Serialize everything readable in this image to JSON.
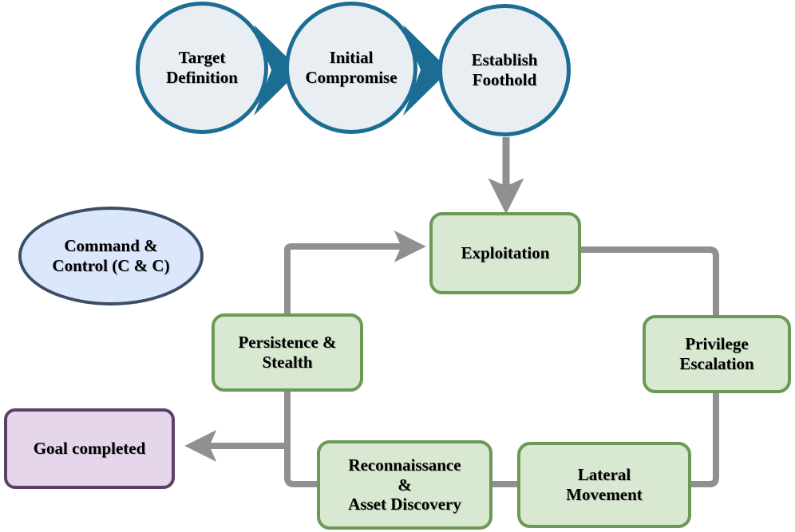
{
  "diagram": {
    "title": "Cyber attack lifecycle flow diagram",
    "colors": {
      "circle_fill": "#e9eef2",
      "circle_border": "#1c6d93",
      "chevron": "#1c6d93",
      "ellipse_fill": "#dbe8fb",
      "ellipse_border": "#3c4e66",
      "process_fill": "#d9e8d0",
      "process_border": "#6b9a56",
      "goal_fill": "#e5d6ec",
      "goal_border": "#5d4066",
      "connector": "#909090"
    },
    "stages": {
      "target_definition": "Target\nDefinition",
      "initial_compromise": "Initial\nCompromise",
      "establish_foothold": "Establish\nFoothold",
      "command_and_control": "Command &\nControl (C & C)",
      "exploitation": "Exploitation",
      "privilege_escalation": "Privilege\nEscalation",
      "lateral_movement": "Lateral\nMovement",
      "reconnaissance": "Reconnaissance\n&\nAsset Discovery",
      "persistence_stealth": "Persistence &\nStealth",
      "goal_completed": "Goal completed"
    }
  }
}
